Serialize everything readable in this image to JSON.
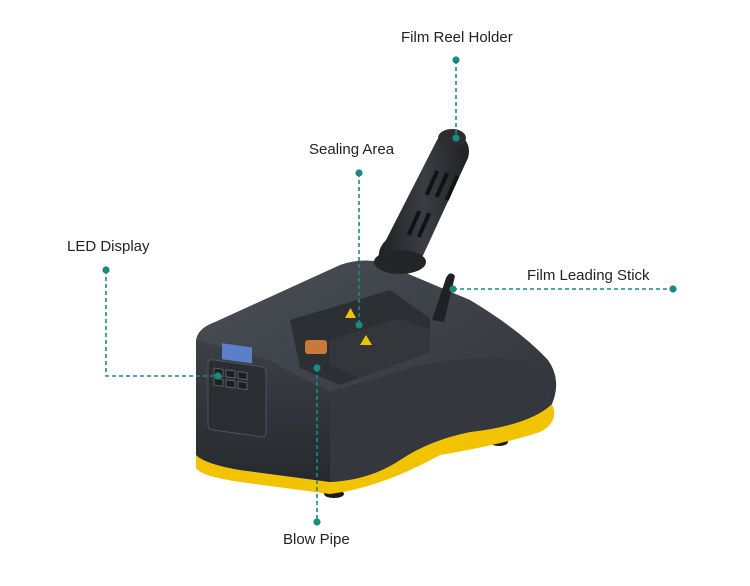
{
  "colors": {
    "callout": "#1a8a80",
    "body": "#3a3e44",
    "body_dark": "#2a2d32",
    "base_trim": "#f2c300",
    "handle": "#2b2d31",
    "label_text": "#222222"
  },
  "callouts": [
    {
      "id": "film-reel-holder",
      "label": "Film Reel Holder"
    },
    {
      "id": "sealing-area",
      "label": "Sealing Area"
    },
    {
      "id": "led-display",
      "label": "LED Display"
    },
    {
      "id": "film-leading-stick",
      "label": "Film Leading Stick"
    },
    {
      "id": "blow-pipe",
      "label": "Blow Pipe"
    }
  ]
}
